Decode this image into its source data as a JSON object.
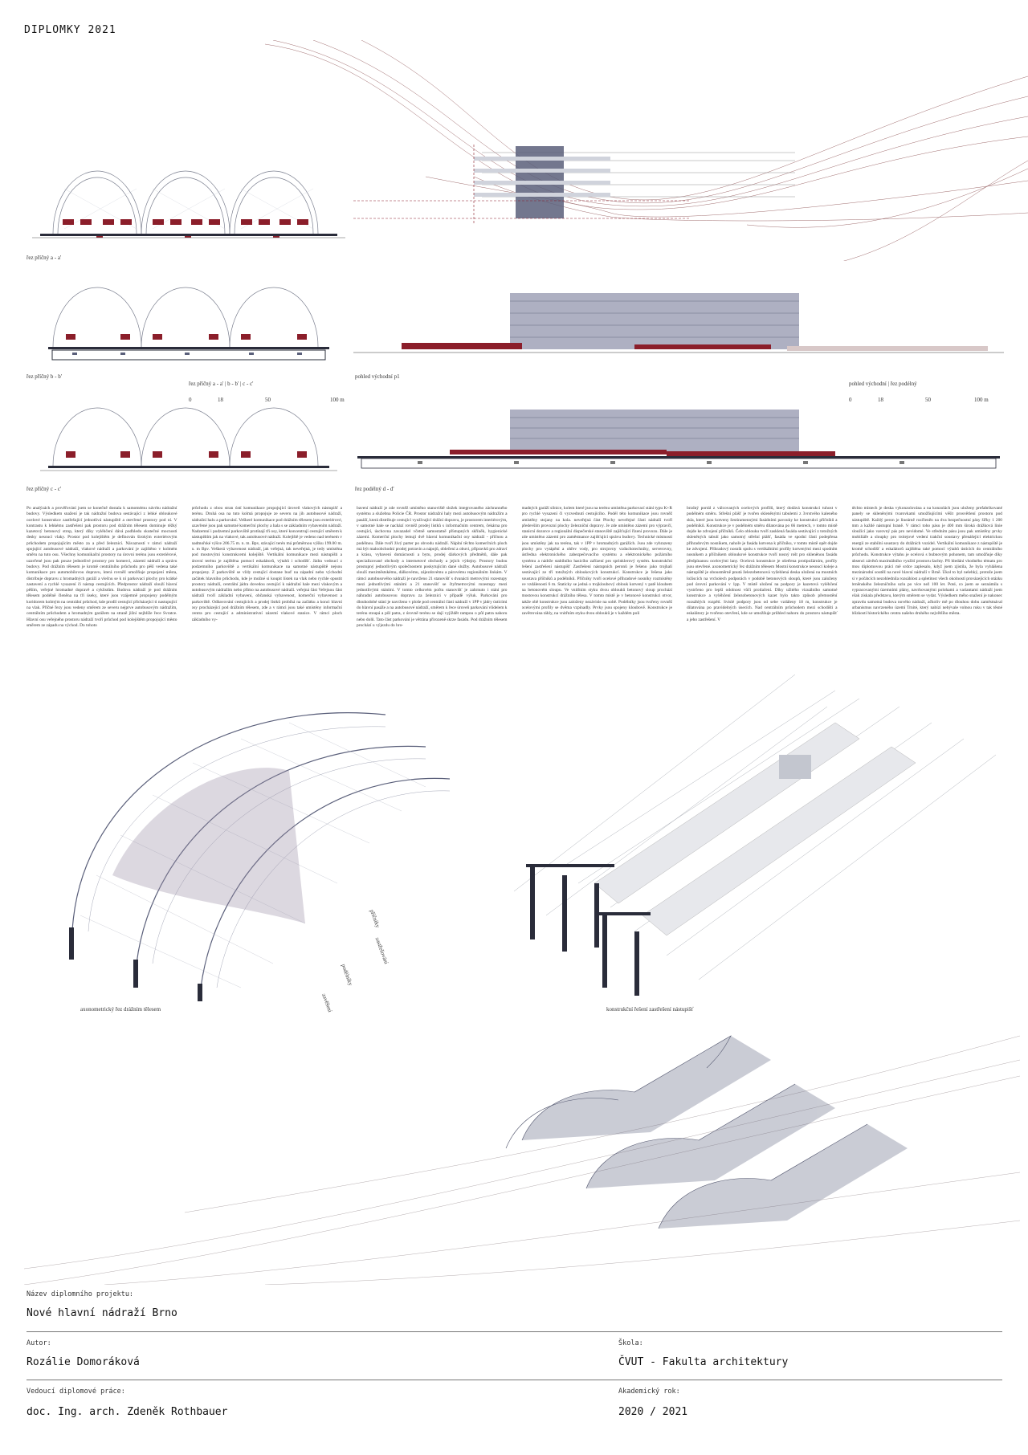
{
  "header": {
    "title": "DIPLOMKY 2021"
  },
  "captions": {
    "section_a": "řez příčný a - a'",
    "section_b": "řez příčný b - b'",
    "section_c": "řez příčný c - c'",
    "section_group": "řez příčný a - a' | b - b' | c - c'",
    "view_east": "pohled východní p1",
    "view_group": "pohled východní | řez podélný",
    "section_long": "řez podélný d - d'",
    "axo_structure": "axonometrický řez drážním tělesem",
    "axo_platform": "konstrukční řešení zastřešení nástupišť",
    "labels_stacked": [
      "příčníky",
      "zastřešování",
      "podélníky",
      "zavěšení"
    ]
  },
  "scale_left": [
    "0",
    "18",
    "50",
    "100 m"
  ],
  "scale_right": [
    "0",
    "18",
    "50",
    "100 m"
  ],
  "text_columns": [
    "Po analýzách a prověřování jsem se konečně dostala k samotnému návrhu nádražní budovy. Výsledkem snažení je tak nádražní budova sestávající z lehké obloukové ocelové konstrukce zastřešující jednotlivá nástupiště a otevřené prostory pod ní. V kontrastu k lehkému zastřešení pak prostoru pod drážním tělesem dominuje těžký kazetový betonový strop, který díky vyléhčení dává podhledu skutečné mocnosti desky nesoucí vlaky. Prostor pod kolejištěm je definován širokým exteriérovým průchodem propojujícím město za a před železnicí. Návazností v rámci nádraží spojující autobusové nádraží, vlakové nádraží a parkování je zajištěno v kolmém směru na tuto osu. Všechny komunikační prostory na úrovni terénu jsou exteriérové, uzavřené jsou pak pouze jednotlivé prostory pro komerci, zázemí nádraží a správu budovy. Pod drážním tělesem je kromě centrálního průchodu pro pěší vedena také komunikace pro automobilovou dopravu, která rovněž umožňuje propojení města, distribuje dopravu z hromadných garáží a vlečnu se k ní parkovací plochy pro krátké zastavení a rychlé vysazení či nástup cestujících. Předprostor nádraží slouží hlavní pěším, veřejné hromadné dopravě a cyklistům. Budova nádraží je pod drážním tělesem podélně členěna na tři úseky, které jsou vzájemně propojeny podélným koridorem kolmým na centrální průchod, kde prodlí cestující přicházející ti nastupující na vlak. Příčné řezy jsou vedeny směrem ze severu nejprve autobusovým nádražím, centrálním průchodem a hromadným garážem na straně jižní nejblíže řece Svratce. Hlavní osu veřejného prostoru nádraží tvoří průchod pod kolejištěm propojující město směrem ze západu na východ. Do tohoto",
    "průchodu z obou stran ústí komunikace propojující úroveň vlakových nástupišť a terénu. Druhá osa na tuto kolmá propojuje ze severu na jih autobusové nádraží, nádražní halu a parkování. Veškeré komunikace pod drážním tělesem jsou exteriérové, uzavřené jsou pak samotné komerční plochy a hala s se základním vybavením nádraží. Nadzemní i podzemní parkoviště protínají tři osy, které koncentrují cestující směrem k nástupištím jak na vlakové, tak autobusové nádraží. Kolejiště je vedeno nad terénem v nadmořské výšce 206.75 m. n. m. Bpv, stávající terén má průměrnou výšku 199.00 m. n. m Bpv. Veškerá vybavenost nádraží, jak veřejná, tak neveřejná, je tedy umístěna pod mostovými konstrukcemi kolejiště. Vertikální komunikace mezi nástupišti a úrovní terénu je zajištěna pomocí eskalátorů, výtahů i schodišť. Jádra vedoucí z podzemního parkoviště a vertikální komunikace na samotné nástupiště nejsou propojeny. Z parkoviště se vždy cestující dostane buď na západní nebo východní začátek hlavního průchodu, kde je možné si koupit lístek na vlak nebo rychle opustit prostory nádraží, centrální jádra dovedou cestující k nádražní hale mezi vlakovým a autobusovým nádražím nebo přímo na autobusové nádraží. veřejná část Veřejnou část nádraží tvoří základní vybavení, občanská vybavenost, komerční vybavenost a parkoviště. Odbavování cestujících a prodej lístků probíhá na začátku a konci hlavní osy procházející pod drážním tělesem, zde a v rámci jsou také umístěny informační centra pro cestující a administrativní zázemí vlakové stanice. V rámci ploch základního vy-",
    "bavení nádraží je zde rovněž umístěno stanoviště složek integrovaného záchranného systému a služebna Policie ČR. Prostor nádražní haly mezi autobusovým nádražím a pasáží, která distribuje cestující využívající drážní dopravu, je prostorem interiérovým, v samotné hale se nachází rovněž prodej lístků s informačním centrem, čekárna pro cestující, úschovna zavazadel včetně samostatně přístupných skříněk, hygienické zázemí. Komerční plochy lemují dvě hlavní komunikační osy nádraží - příčnou a podélnou. Dále tvoří živý parter po obvodu nádraží. Náplní těchto komerčních ploch má být maloobchodní prodej potravin a nápojů, oblečení a obuvi, přípravků pro zdraví a krásu, vybavení domácnosti a bytu, prodej dárkových předmětů, dále pak specializované obchody a internetové obchody a jejich výdejny. Prostory budou prostupný jednotlivým společnostem poskytujícím dané služby. Autobusové nádraží slouží meziměstskému, dálkovému, zájezdovému a párovému regionálním linkám. V rámci autobusového nádraží je navrženo 21 stanovišť s dvanácti metrovými rozestupy mezi jednotlivými stáními a 21 stanovišť se čtyřmetrovými rozestupy mezi jednotlivými stáními. V tomto celkovém počtu stanovišť je zahrnuto i stání pro náhradní autobusovou dopravu za železnici v případě výluk. Parkování pro dlouhodobé stání je navrženo v ploše pod centrální části nádraží v 1PP v jádry ústícími do hlavní pasáže a na autobusové nádraží, směrem k řece úroveň parkování vlídelem k terénu stoupá a půl patra, z úrovně terénu se dají vyjíždět rampou o půl patra nahoru nebo dolů. Tato část parkování je větrána přirozeně skrze fasádu. Pod drážním tělesem prochází u výjezdu do hro-",
    "madných garáží silnice, kolem které jsou na terénu umístěna parkovací stání typu K+R pro rychlé vysazení či vyzvednutí cestujícího. Podél této komunikace jsou rovněž umístěny stojany na kola. neveřejná část Plochy neveřejné části nádraží tvoří především provozní plochy železniční dopravy. Je zde umístěno zázemí pro výpravčí, stanicní dozorce a regionální dispečerské stanoviště zajišťující řízení provozu. Dále je zde umístěno zázemí pro zaměstnance zajišťující správu budovy. Technické místnosti jsou umístěny jak na terénu, tak v 1PP v hromadných garážích. Jsou zde vyhrazeny plochy pro vytápění a ohřev vody, pro strojovny vzduchotechniky, serverovny, ústředna elektronického zabezpečovacího systému a elektronického požárního systému a nádrže stabilního hasicího zařízení pro sprinklerový systém. konstrukční řešení zastřešení nástupišť Zastřešení nástupních peronů je řešeno jako trojhalí sestávající ze tří totožných obloukových konstrukcí. Konstrukce je řešena jako soustava příčníků a podélníků. Příčníky tvoří ocelové příhradové nosníky rozmístěny ve vzdálenosti 6 m. Staticky se jedná o trojkloubový oblouk kotvený v patě kloubem na betonovém sloupu. Ve vnitřním styku dvou oblouků betonový sloup prochází mostovou konstrukcí drážního tělesa. V tomto místě je v betonové konstrukci otvor, takže obě konstrukce jsou založeny nezávisle na sobě. Podélníky jsou tvořeny rovněž ocelovými profily se dvěma vzpínadly. Prvky jsou spojeny kloubově. Konstrukce je zavětrována táhly, na vnitřním styku dvou oblouků je v každém poli",
    "brzdný portál z válcovaných ocelových profilů, který dodává konstrukci tuhost v podélném směru. Střešní plášť je tvořen skleněnými tabulemi z 3vrstvého kaleného skla, které jsou kotveny šestiramennými fasádními pavouky ke konstrukci příčníků a podélníků. Konstrukce je v podélném směru dilatována po 66 metrech, v tomto místě dojde ke zdvojení příčníků. Čelo oblouku tvoří zasklená fasáda sestávající z totožných skleněných tabulí jako samotný střešní plášť, fasáda ve spodní části podepřena příhradovým nosníkem, nahoře je fasáda kotvena k příčníku, v tomto místě opět dojde ke zdvojení. Příhradový nosník spolu s vertikálními profily kotvenými mezi spodním nosníkem a příčníkem obloukové konstrukce tvoří nosný rošt pro skleněnou fasádu předpínanou ocelovými lany. Ocelová konstrukce je ošetřena protipožárním, profily jsou otevřené. axonometrický řez drážním tělesem Mostní konstrukce nesoucí koleje a nástupiště je obousměrně pnutá železobetonová vyžehlená deska uložená na mostních ložiscích na vrcholech podporách v podobě betonových sloupů, které jsou založeny pod úrovní parkování v 1pp. V místě uložení na podpory je kazetová vyléhčení vystrčeno pro lepší odolnost vůči protlačení. Díky užitého vizuálního samotné konstrukce a vyléhčení železobetonových kazet bylo takto způsob přemostění rozsáhlých rozpětí. Svislé podpory jsou od sebe vzdáleny 18 m, konstrukce je dilatována po pravidelných úsecích. Nad centrálním průchodem mezi schodišti a eskalátory je tvořeno otevření, kde se umožňuje průhled nahoru do prostoru nástupišť a jeho zastřešení. V",
    "těchto místech je deska vykonzolována a na konzolách jsou uloženy prefabrikované panely se skleněnými tvarovkami umožňujícími věšit prosvětlení prostoru pod nástupiště. Každý peron je lineárně rozčleněn na dva bezpečnostní pásy šířky 1 200 mm a každé nástupní hraně. V rámci toho pásu je 400 mm široká drážková linie sloužící jako varovný pás pro nevidomé. Ve středním pásu jsou pak umístěny prvky mobiliáře a sloupky pro trolejové vedení trakční soustavy přenášející elektrickou energii ze stabilní soustavy do drážních vozidel. Vertikální komunikace z nástupiště je kromě schodišť a eskalátorů zajištěna také pomocí výtahů ústících do centrálního průchodu. Konstrukce výtahu je ocelová s bubnovým pohonem, tam umožňuje díky absenci závěsů maximálního využití prostoru šachty. Při hledání vhodného tématu pro mou diplomovou práci mě srdce zaplesalo, když jsem zjistila, že byla vyhlášena mezinárodní soutěž na nové hlavní nádraží v Brně. Úkol to byl nelehký, protože jsem si v počátcích nezohlednila rozsáhlost a spletitost všech okolností provázejících otázku brněnského železničního uzlu po více než 100 let. Poté, co jsem se seznámila s vypracovanými územními plány, navrhovanými polohami a variantami nádraží jsem však získala představu, kterým směrem se vydat. Výsledkem mého snažení je nakonec opravdu samotná budova nového nádraží, ačkoliv mě po dlouhou dobu zaměstnával urbanismus navrzeného území Trnité, který nabízí nebývale volnou ruku v tak těsné blízkosti historického centra našeho druhého největšího města."
  ],
  "footer": {
    "project_label": "Název diplomního projektu:",
    "project_value": "Nové hlavní nádraží Brno",
    "author_label": "Autor:",
    "author_value": "Rozálie Domoráková",
    "school_label": "Škola:",
    "school_value": "ČVUT - Fakulta architektury",
    "supervisor_label": "Vedoucí diplomové práce:",
    "supervisor_value": "doc. Ing. arch. Zdeněk Rothbauer",
    "year_label": "Akademický rok:",
    "year_value": "2020 / 2021"
  },
  "colors": {
    "accent_red": "#8b1e2a",
    "steel_blue": "#5a5f7a",
    "line_gray": "#9aa0a8"
  }
}
